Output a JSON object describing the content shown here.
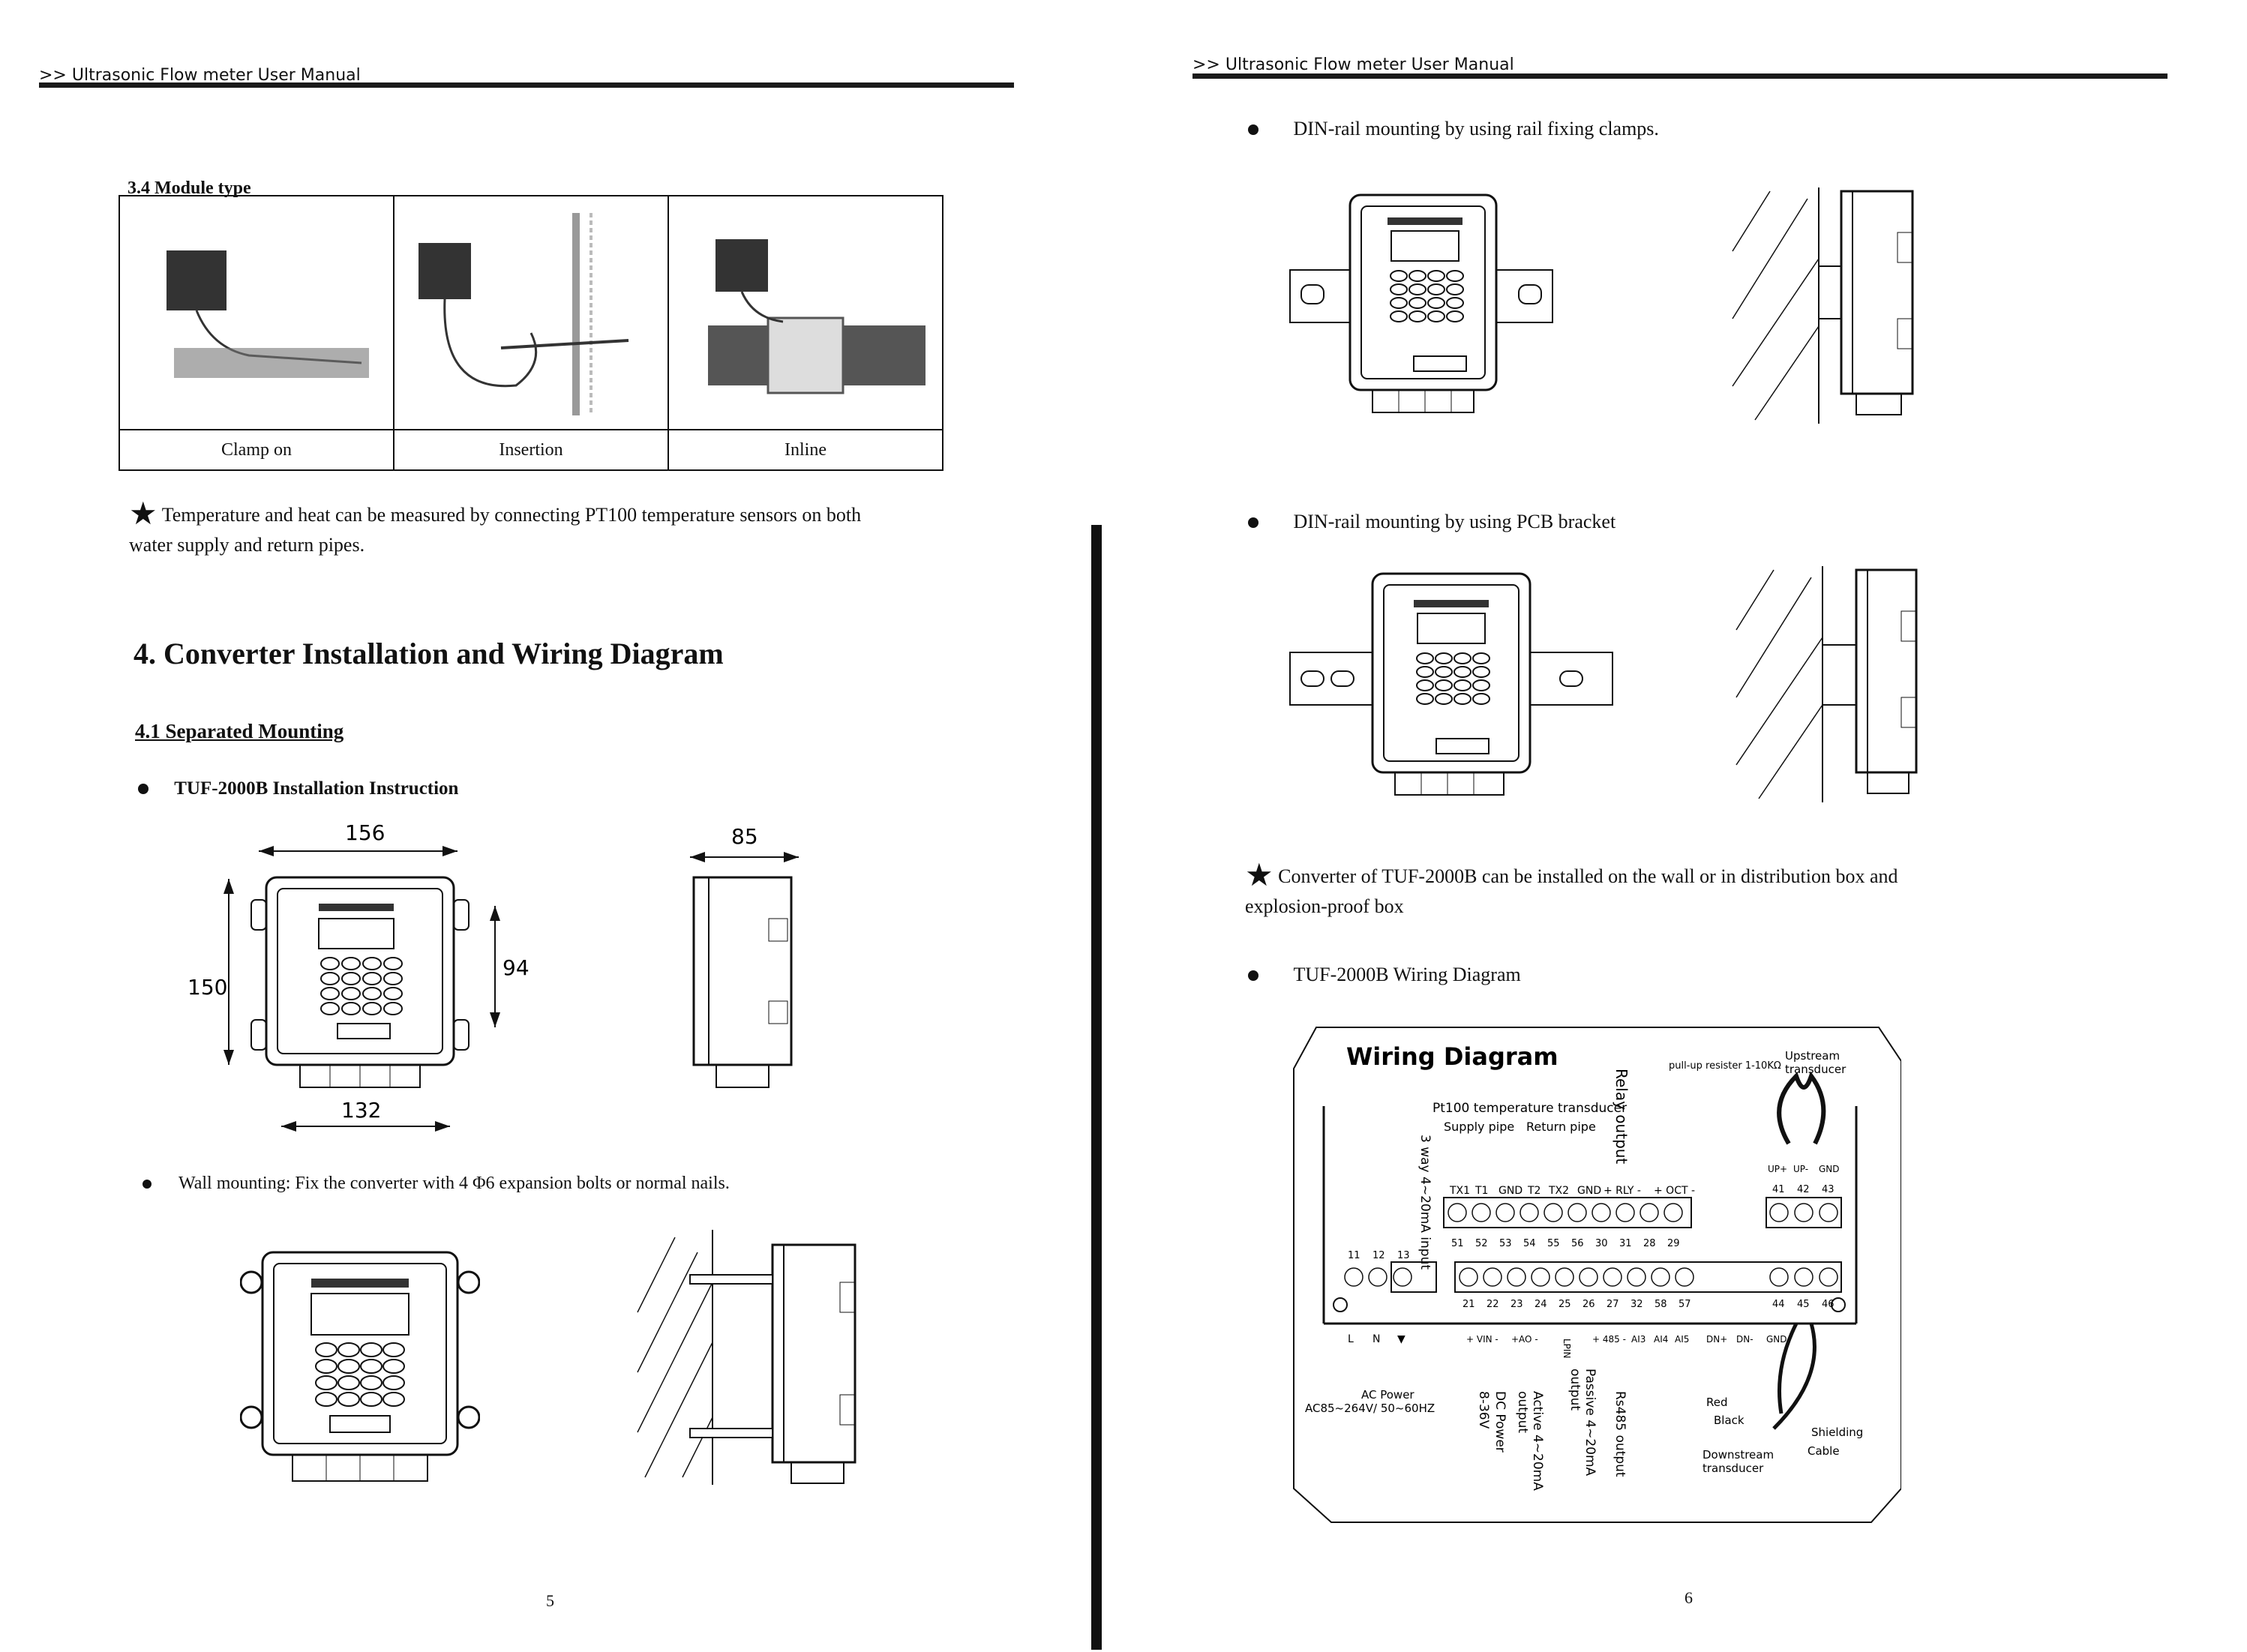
{
  "left_page": {
    "header": ">> Ultrasonic Flow meter User Manual",
    "section_34": "3.4 Module type",
    "module_types": [
      "Clamp on",
      "Insertion",
      "Inline"
    ],
    "temp_note": "Temperature and heat can be measured by connecting PT100 temperature sensors on both",
    "temp_note_2": "water supply and return pipes.",
    "chapter_title": "4.  Converter Installation and Wiring Diagram",
    "section_41": "4.1 Separated Mounting",
    "install_bullet": "TUF-2000B Installation Instruction",
    "dims": {
      "width_top": "156",
      "height_left": "150",
      "inner_height": "94",
      "width_bottom": "132",
      "depth": "85"
    },
    "wall_bullet": "Wall mounting: Fix the converter with 4 Φ6 expansion bolts or normal nails.",
    "page_number": "5"
  },
  "right_page": {
    "header": ">> Ultrasonic Flow meter User Manual",
    "din_clamps": "DIN-rail mounting by using rail fixing clamps.",
    "din_pcb": "DIN-rail mounting by using PCB bracket",
    "converter_note": "Converter  of  TUF-2000B  can  be  installed  on  the  wall  or  in  distribution  box  and",
    "converter_note_2": "explosion-proof box",
    "wiring_bullet": "TUF-2000B Wiring Diagram",
    "page_number": "6"
  },
  "wiring": {
    "title": "Wiring Diagram",
    "pt100": "Pt100 temperature transducer",
    "supply": "Supply pipe",
    "return": "Return pipe",
    "relay": "Relay output",
    "pullup": "pull-up resister 1-10KΩ",
    "upstream": "Upstream",
    "transducer": "transducer",
    "input420": "3 way 4~20mA input",
    "top_labels": [
      "TX1",
      "T1",
      "GND",
      "T2",
      "TX2",
      "GND",
      "+ RLY -",
      "+ OCT -"
    ],
    "top_nums": [
      "51",
      "52",
      "53",
      "54",
      "55",
      "56",
      "30",
      "31",
      "28",
      "29"
    ],
    "up_labels": [
      "UP+",
      "UP-",
      "GND"
    ],
    "up_nums": [
      "41",
      "42",
      "43"
    ],
    "left_nums": [
      "11",
      "12",
      "13"
    ],
    "bottom_nums": [
      "21",
      "22",
      "23",
      "24",
      "25",
      "26",
      "27",
      "32",
      "58",
      "57",
      "44",
      "45",
      "46"
    ],
    "bottom_labels": [
      "+ VIN -",
      "+AO -",
      "LPIN",
      "+ 485 -",
      "AI3",
      "AI4",
      "AI5",
      "DN+",
      "DN-",
      "GND"
    ],
    "lnv": [
      "L",
      "N",
      "▼"
    ],
    "ac_power": "AC Power",
    "ac_range": "AC85~264V/ 50~60HZ",
    "dc_power": "DC Power",
    "dc_range": "8-36V",
    "active": "Active 4~20mA",
    "active_out": "output",
    "passive": "Passive 4~20mA",
    "passive_out": "output",
    "rs485": "Rs485 output",
    "red": "Red",
    "black": "Black",
    "shielding": "Shielding",
    "downstream": "Downstream",
    "cable": "Cable"
  }
}
